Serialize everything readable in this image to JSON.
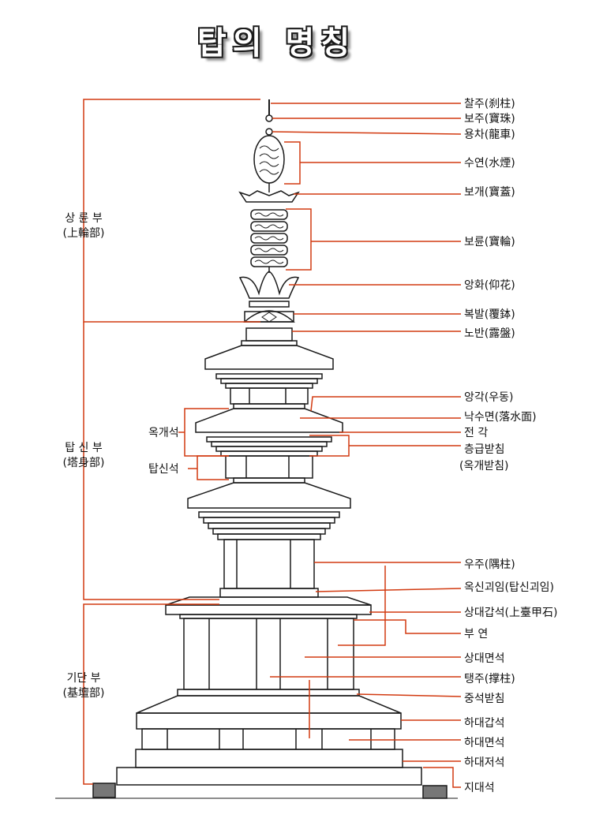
{
  "title": "탑의 명칭",
  "sections": [
    {
      "line1": "상 륜 부",
      "line2": "(上輪部)"
    },
    {
      "line1": "탑 신 부",
      "line2": "(塔身部)"
    },
    {
      "line1": "기단 부",
      "line2": "(基壇部)"
    }
  ],
  "right_labels": [
    "찰주(刹柱)",
    "보주(寶珠)",
    "용차(龍車)",
    "수연(水煙)",
    "보개(寶蓋)",
    "보륜(寶輪)",
    "앙화(仰花)",
    "복발(覆鉢)",
    "노반(露盤)",
    "앙각(우동)",
    "낙수면(落水面)",
    "전 각",
    "층급받침",
    "(옥개받침)",
    "우주(隅柱)",
    "옥신괴임(탑신괴임)",
    "상대갑석(上臺甲石)",
    "부 연",
    "상대면석",
    "탱주(撑柱)",
    "중석받침",
    "하대갑석",
    "하대면석",
    "하대저석",
    "지대석"
  ],
  "left_labels": [
    "옥개석",
    "탑신석"
  ],
  "colors": {
    "leader": "#d23a10",
    "ink": "#1a1a1a"
  }
}
